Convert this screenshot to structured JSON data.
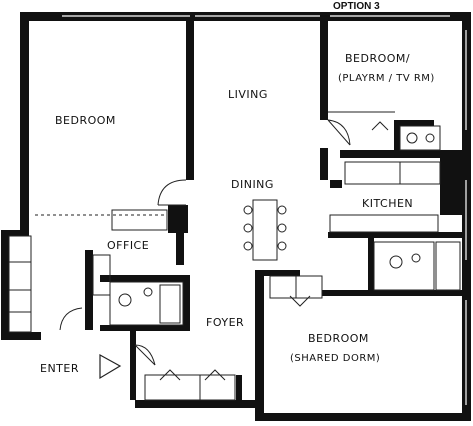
{
  "plan": {
    "option_label": "OPTION 3",
    "rooms": {
      "bedroom_main": "BEDROOM",
      "living": "LIVING",
      "bedroom_2_line1": "BEDROOM/",
      "bedroom_2_line2": "(PLAYRM / TV RM)",
      "dining": "DINING",
      "kitchen": "KITCHEN",
      "office": "OFFICE",
      "foyer": "FOYER",
      "bedroom_3_line1": "BEDROOM",
      "bedroom_3_line2": "(SHARED DORM)",
      "enter": "ENTER"
    },
    "colors": {
      "wall": "#111111",
      "line": "#222222",
      "background": "#ffffff"
    }
  }
}
